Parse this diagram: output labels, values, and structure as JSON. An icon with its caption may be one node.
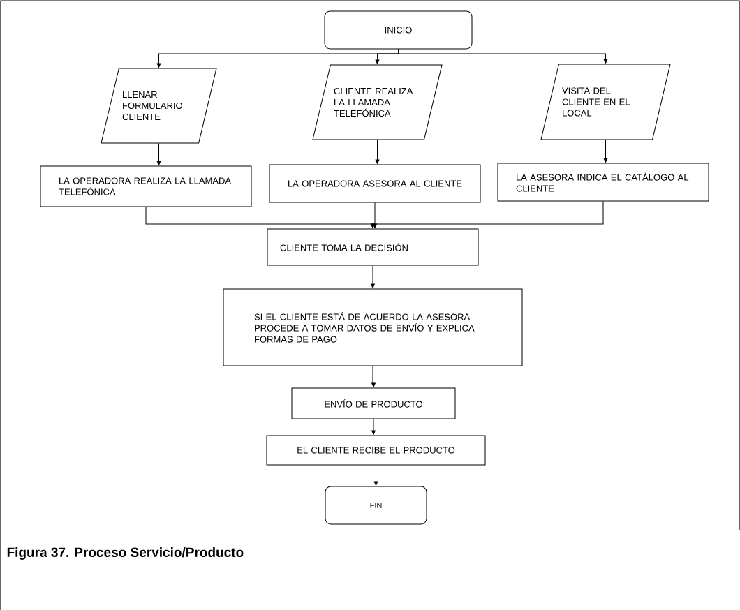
{
  "diagram": {
    "caption": "Figura 37. Proceso Servicio/Producto",
    "nodes": [
      {
        "text": [
          "INICIO"
        ]
      },
      {
        "text": [
          "LLENAR FORMULARIO CLIENTE"
        ]
      },
      {
        "text": [
          "CLIENTE REALIZA LA LLAMADA TELEFÓNICA"
        ]
      },
      {
        "text": [
          "VISITA DEL CLIENTE EN EL LOCAL"
        ]
      },
      {
        "text": [
          "LA OPERADORA REALIZA LA LLAMADA TELEFÓNICA"
        ]
      },
      {
        "text": [
          "LA OPERADORA ASESORA AL CLIENTE"
        ]
      },
      {
        "text": [
          "LA ASESORA INDICA EL CATÁLOGO AL CLIENTE"
        ]
      },
      {
        "text": [
          "CLIENTE TOMA LA DECISIÓN"
        ]
      },
      {
        "text": [
          "SI EL CLIENTE ESTÁ DE ACUERDO LA ASESORA PROCEDE A TOMAR DATOS DE ENVÍO Y EXPLICA FORMAS DE PAGO"
        ]
      },
      {
        "text": [
          "ENVÍO DE PRODUCTO"
        ]
      },
      {
        "text": [
          "EL CLIENTE RECIBE EL PRODUCTO"
        ]
      },
      {
        "text": [
          "FIN"
        ]
      }
    ],
    "edges": [
      {
        "from": 0,
        "to": 1,
        "arrow": "to"
      },
      {
        "from": 0,
        "to": 2,
        "arrow": "to"
      },
      {
        "from": 0,
        "to": 3,
        "arrow": "to"
      },
      {
        "from": 1,
        "to": 4,
        "arrow": "to"
      },
      {
        "from": 2,
        "to": 5,
        "arrow": "to"
      },
      {
        "from": 3,
        "to": 6,
        "arrow": "to"
      },
      {
        "from": 4,
        "to": 7,
        "arrow": "to"
      },
      {
        "from": 5,
        "to": 7,
        "arrow": "to"
      },
      {
        "from": 6,
        "to": 7,
        "arrow": "to"
      },
      {
        "from": 7,
        "to": 8,
        "arrow": "to"
      },
      {
        "from": 8,
        "to": 9,
        "arrow": "to"
      },
      {
        "from": 9,
        "to": 10,
        "arrow": "to"
      },
      {
        "from": 10,
        "to": 11,
        "arrow": "to"
      }
    ]
  }
}
